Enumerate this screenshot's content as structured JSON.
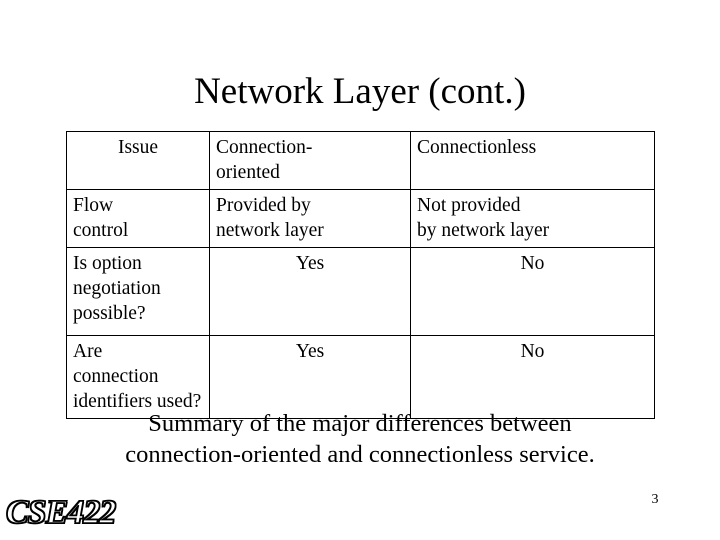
{
  "slide": {
    "title": "Network Layer (cont.)",
    "summary_line1": "Summary of the major differences between",
    "summary_line2": "connection-oriented and connectionless service.",
    "page_number": "3",
    "logo_text": "CSE422"
  },
  "table": {
    "headers": {
      "col1": "Issue",
      "col2_line1": "Connection-",
      "col2_line2": "oriented",
      "col3": "Connectionless"
    },
    "rows": [
      {
        "issue_line1": "Flow",
        "issue_line2": "control",
        "connection_oriented_line1": "Provided by",
        "connection_oriented_line2": "network layer",
        "connectionless_line1": "Not provided",
        "connectionless_line2": "by network layer"
      },
      {
        "issue_line1": "Is option",
        "issue_line2": "negotiation",
        "issue_line3": "possible?",
        "connection_oriented": "Yes",
        "connectionless": "No"
      },
      {
        "issue_line1": "Are",
        "issue_line2": "connection",
        "issue_line3": "identifiers used?",
        "connection_oriented": "Yes",
        "connectionless": "No"
      }
    ]
  }
}
